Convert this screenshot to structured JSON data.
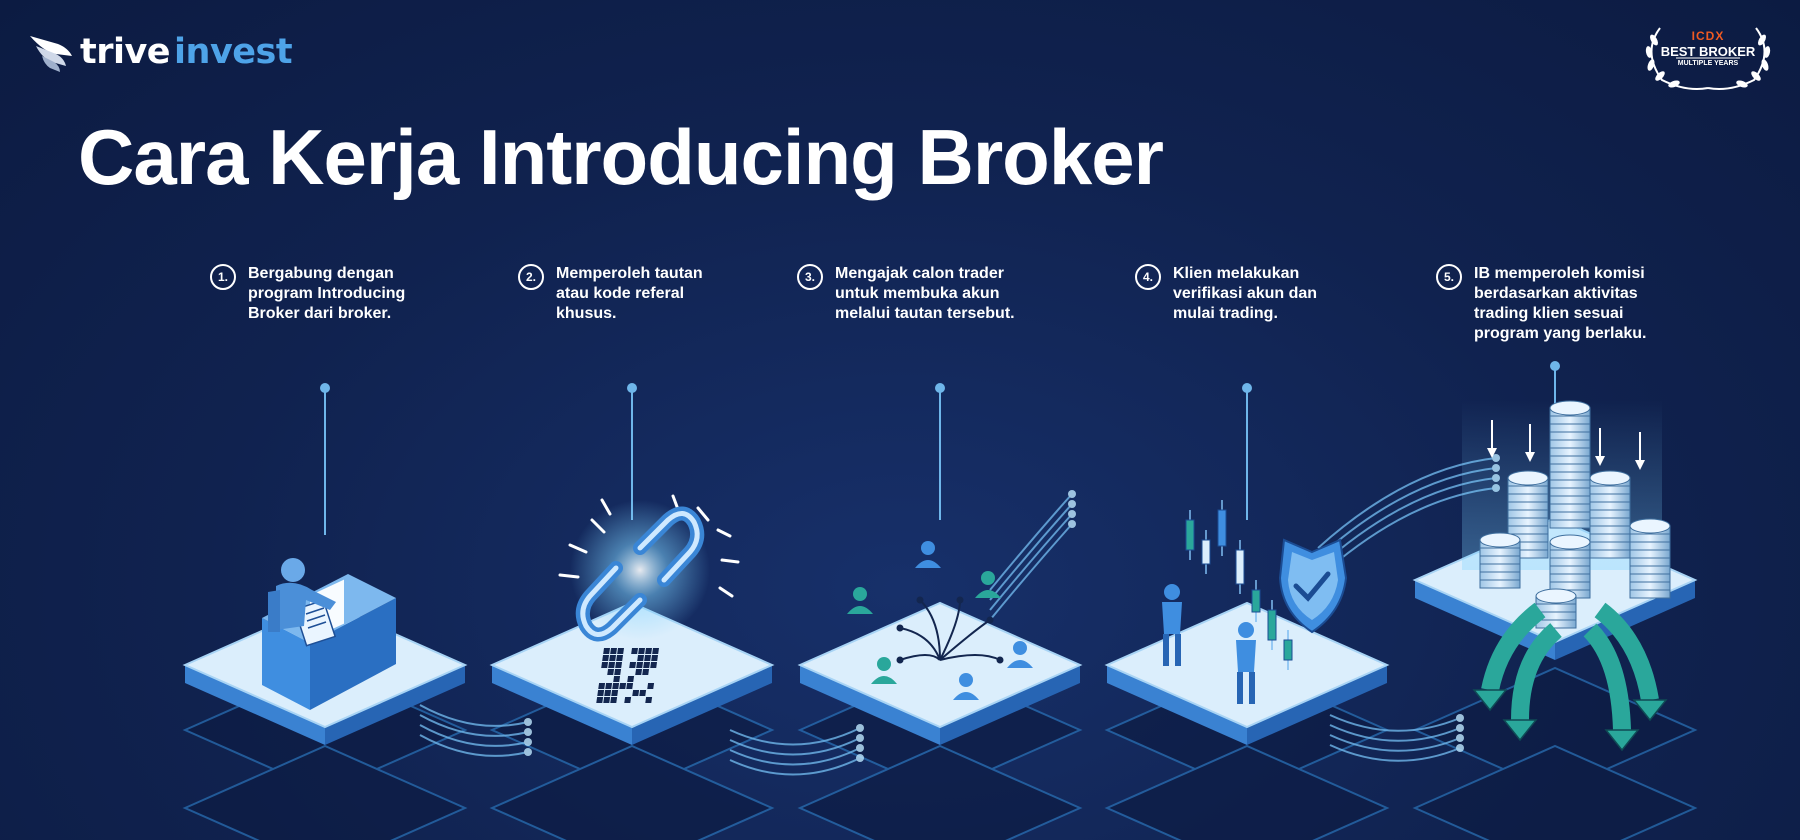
{
  "brand": {
    "word1": "trive",
    "word2": "invest"
  },
  "badge": {
    "org": "ICDX",
    "line1": "BEST BROKER",
    "line2": "MULTIPLE YEARS"
  },
  "title": "Cara Kerja Introducing Broker",
  "steps": [
    {
      "number": "1.",
      "text": "Bergabung dengan\nprogram Introducing\nBroker dari broker."
    },
    {
      "number": "2.",
      "text": "Memperoleh tautan\natau kode referal\nkhusus."
    },
    {
      "number": "3.",
      "text": "Mengajak calon trader\nuntuk membuka akun\nmelalui tautan tersebut."
    },
    {
      "number": "4.",
      "text": "Klien melakukan\nverifikasi akun dan\nmulai trading."
    },
    {
      "number": "5.",
      "text": "IB memperoleh komisi\nberdasarkan aktivitas\ntrading klien sesuai\nprogram yang berlaku."
    }
  ],
  "colors": {
    "background": "#10224f",
    "accent": "#4ea3e8",
    "platform": "#dbeefc",
    "glow": "#7fd4ff",
    "teal": "#2aa79b"
  },
  "illustrations": [
    "desk-person-icon",
    "chain-link-icon",
    "qr-code-icon",
    "referral-people-icon",
    "trader-chart-icon",
    "shield-check-icon",
    "coin-stacks-icon"
  ]
}
